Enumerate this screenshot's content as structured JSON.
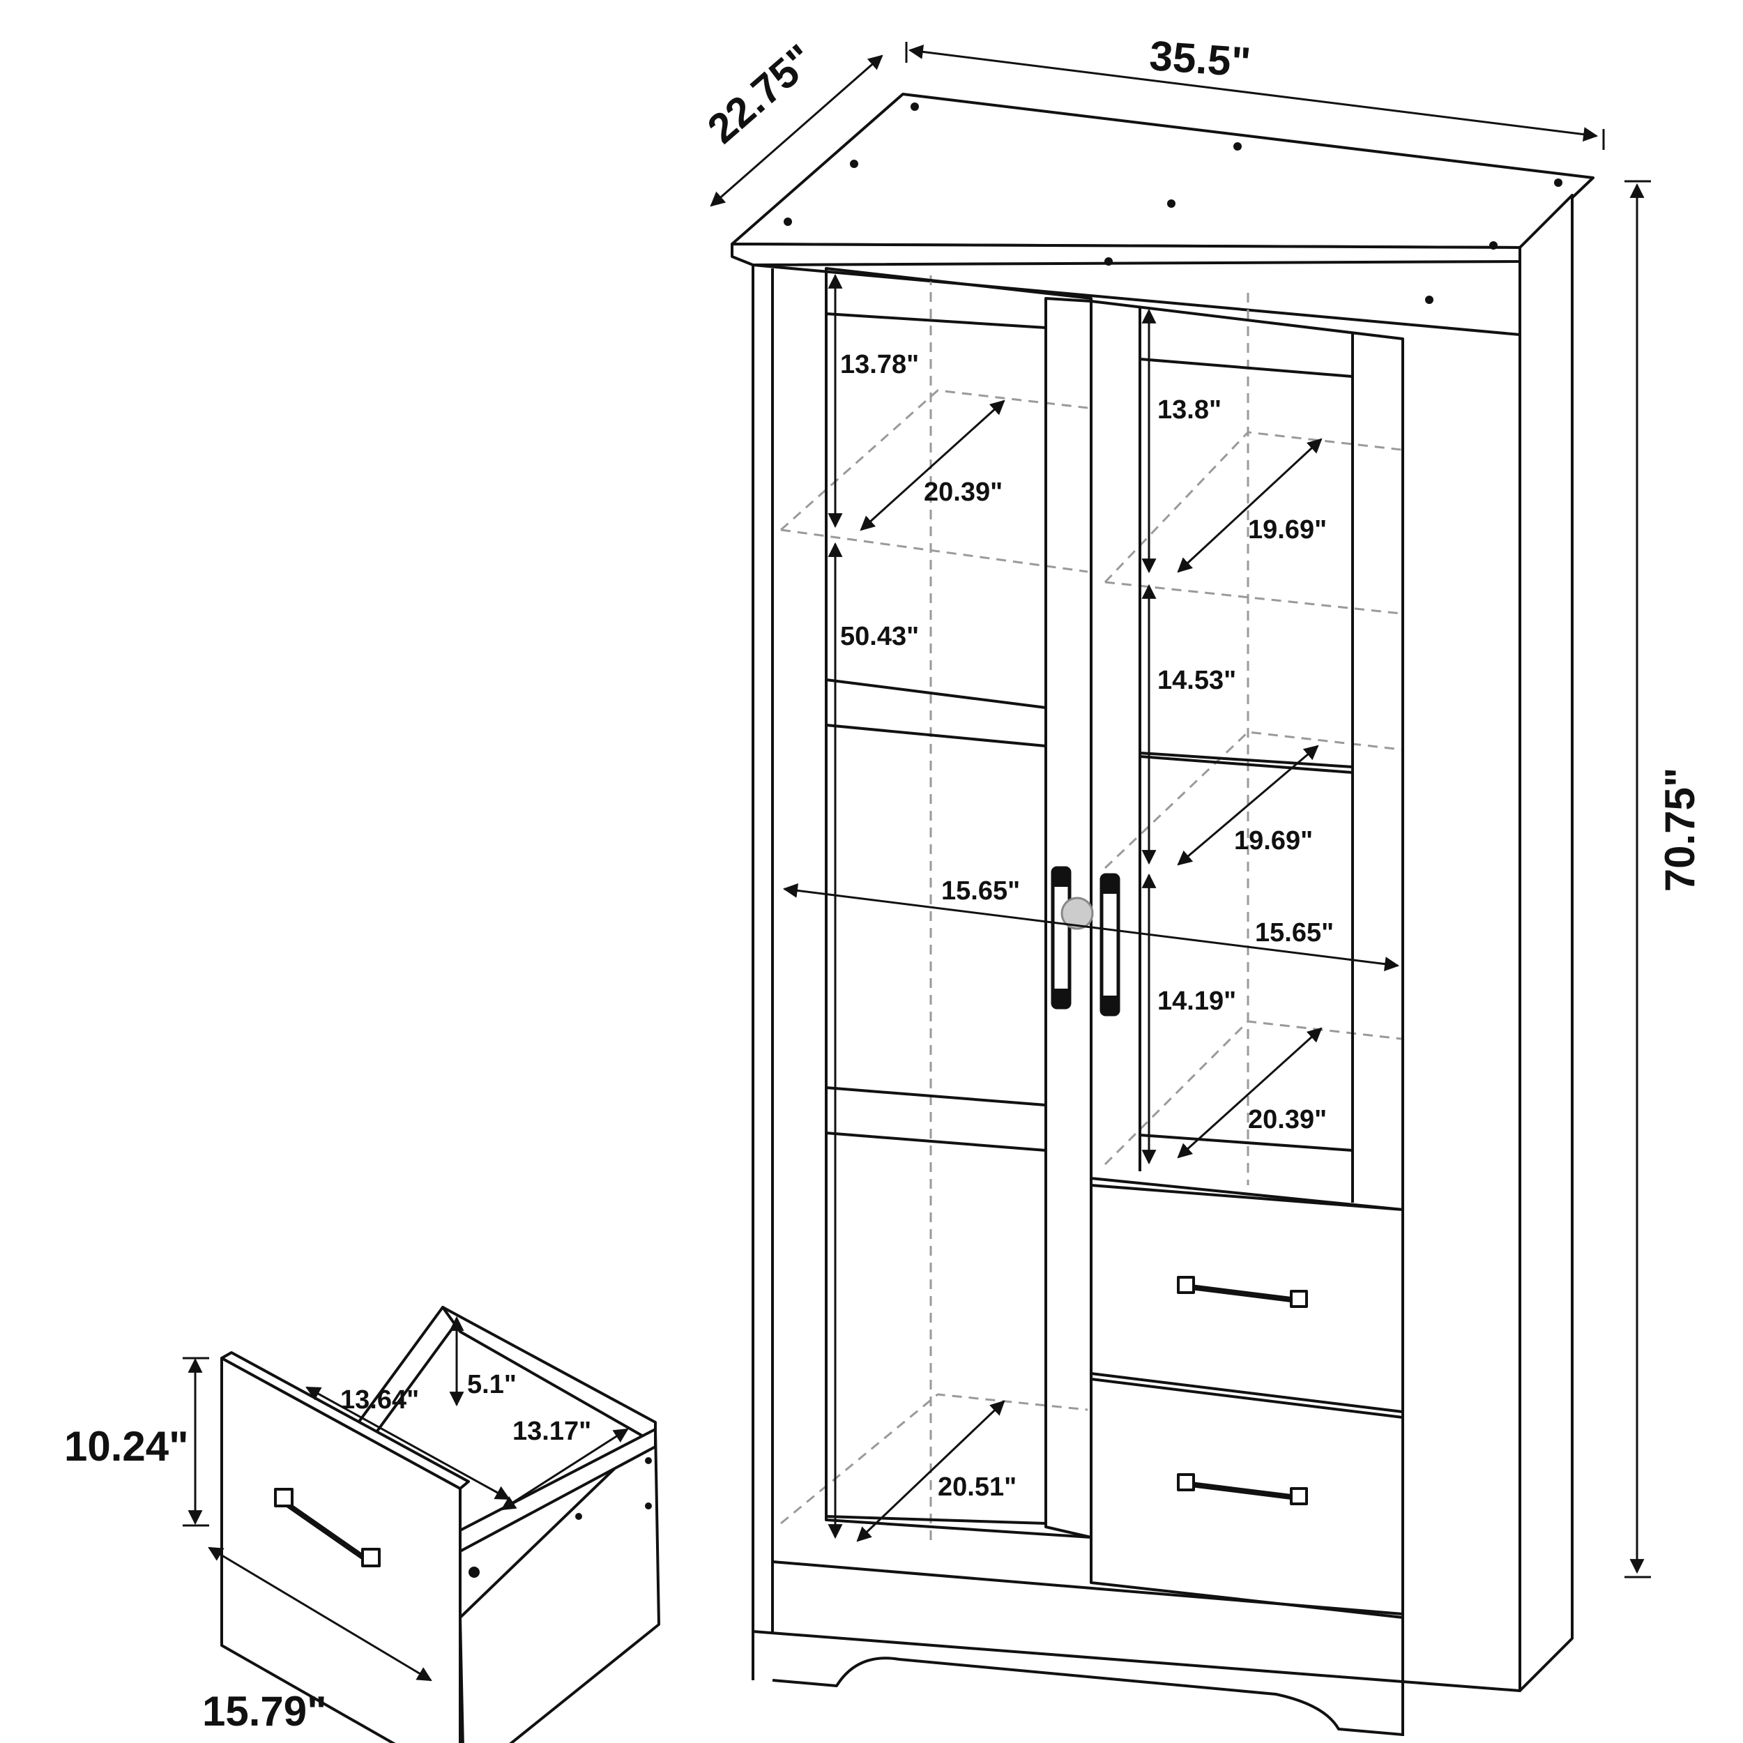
{
  "colors": {
    "line": "#111111",
    "hidden_line": "#9a9a9a",
    "background": "#ffffff"
  },
  "dimensions": {
    "overall_width": "35.5\"",
    "overall_depth": "22.75\"",
    "overall_height": "70.75\"",
    "left_top_shelf_height": "13.78\"",
    "left_top_shelf_depth": "20.39\"",
    "left_lower_height": "50.43\"",
    "left_interior_width": "15.65\"",
    "left_bottom_depth": "20.51\"",
    "right_top_height": "13.8\"",
    "right_top_depth": "19.69\"",
    "right_middle_height": "14.53\"",
    "right_middle_depth": "19.69\"",
    "right_interior_width": "15.65\"",
    "right_lower_height": "14.19\"",
    "right_lower_depth": "20.39\""
  },
  "drawer": {
    "height": "10.24\"",
    "front_width": "15.79\"",
    "interior_width": "13.64\"",
    "interior_height": "5.1\"",
    "interior_depth": "13.17\""
  }
}
